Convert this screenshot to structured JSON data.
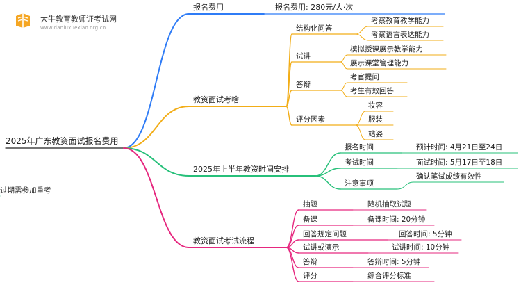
{
  "brand": {
    "name": "大牛教育教师证考试网",
    "url": "www.daniuxuexiao.org.cn"
  },
  "colors": {
    "blue": "#2f7cf6",
    "orange": "#f2ad17",
    "green": "#27c07a",
    "magenta": "#e6287f",
    "line_gray": "#d8d8d8",
    "text": "#222222"
  },
  "root": {
    "label": "2025年广东教资面试报名费用"
  },
  "branches": [
    {
      "label": "报名费用",
      "color": "blue",
      "children": [
        {
          "label": "报名费用: 280元/人·次"
        }
      ]
    },
    {
      "label": "教资面试考啥",
      "color": "orange",
      "children": [
        {
          "label": "结构化问答",
          "children": [
            {
              "label": "考察教育教学能力"
            },
            {
              "label": "考察语言表达能力"
            }
          ]
        },
        {
          "label": "试讲",
          "children": [
            {
              "label": "模拟授课展示教学能力"
            },
            {
              "label": "展示课堂管理能力"
            }
          ]
        },
        {
          "label": "答辩",
          "children": [
            {
              "label": "考官提问"
            },
            {
              "label": "考生有效回答"
            }
          ]
        },
        {
          "label": "评分因素",
          "children": [
            {
              "label": "妆容"
            },
            {
              "label": "服装"
            },
            {
              "label": "站姿"
            }
          ]
        }
      ]
    },
    {
      "label": "2025年上半年教资时间安排",
      "color": "green",
      "children": [
        {
          "label": "报名时间",
          "children": [
            {
              "label": "预计时间: 4月21日至24日"
            }
          ]
        },
        {
          "label": "考试时间",
          "children": [
            {
              "label": "面试时间: 5月17日至18日"
            }
          ]
        },
        {
          "label": "注意事项",
          "children": [
            {
              "label": "确认笔试成绩有效性"
            },
            {
              "label": "过期需参加重考"
            }
          ]
        }
      ]
    },
    {
      "label": "教资面试考试流程",
      "color": "magenta",
      "children": [
        {
          "label": "抽题",
          "children": [
            {
              "label": "随机抽取试题"
            }
          ]
        },
        {
          "label": "备课",
          "children": [
            {
              "label": "备课时间: 20分钟"
            }
          ]
        },
        {
          "label": "回答规定问题",
          "children": [
            {
              "label": "回答时间: 5分钟"
            }
          ]
        },
        {
          "label": "试讲或演示",
          "children": [
            {
              "label": "试讲时间: 10分钟"
            }
          ]
        },
        {
          "label": "答辩",
          "children": [
            {
              "label": "答辩时间: 5分钟"
            }
          ]
        },
        {
          "label": "评分",
          "children": [
            {
              "label": "综合评分标准"
            }
          ]
        }
      ]
    }
  ]
}
